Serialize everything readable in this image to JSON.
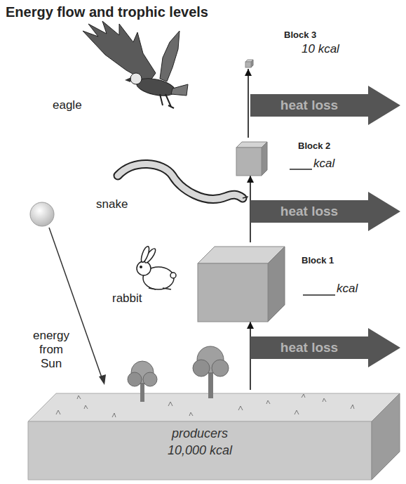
{
  "diagram": {
    "title": "Energy flow and trophic levels",
    "nodes": [
      {
        "text": [
          "Block 3",
          "10 kcal"
        ]
      },
      {
        "text": [
          "heat loss"
        ]
      },
      {
        "text": [
          "Block 2",
          "kcal"
        ]
      },
      {
        "text": [
          "heat loss"
        ]
      },
      {
        "text": [
          "Block 1",
          "kcal"
        ]
      },
      {
        "text": [
          "heat loss"
        ]
      },
      {
        "text": [
          "producers",
          "10,000 kcal"
        ]
      }
    ],
    "edges": [
      {
        "from": 6,
        "to": 4,
        "arrow": "to"
      },
      {
        "from": 4,
        "to": 2,
        "arrow": "to"
      },
      {
        "from": 2,
        "to": 0,
        "arrow": "to"
      }
    ],
    "labels": [
      "eagle",
      "snake",
      "rabbit",
      "energy from Sun"
    ]
  }
}
